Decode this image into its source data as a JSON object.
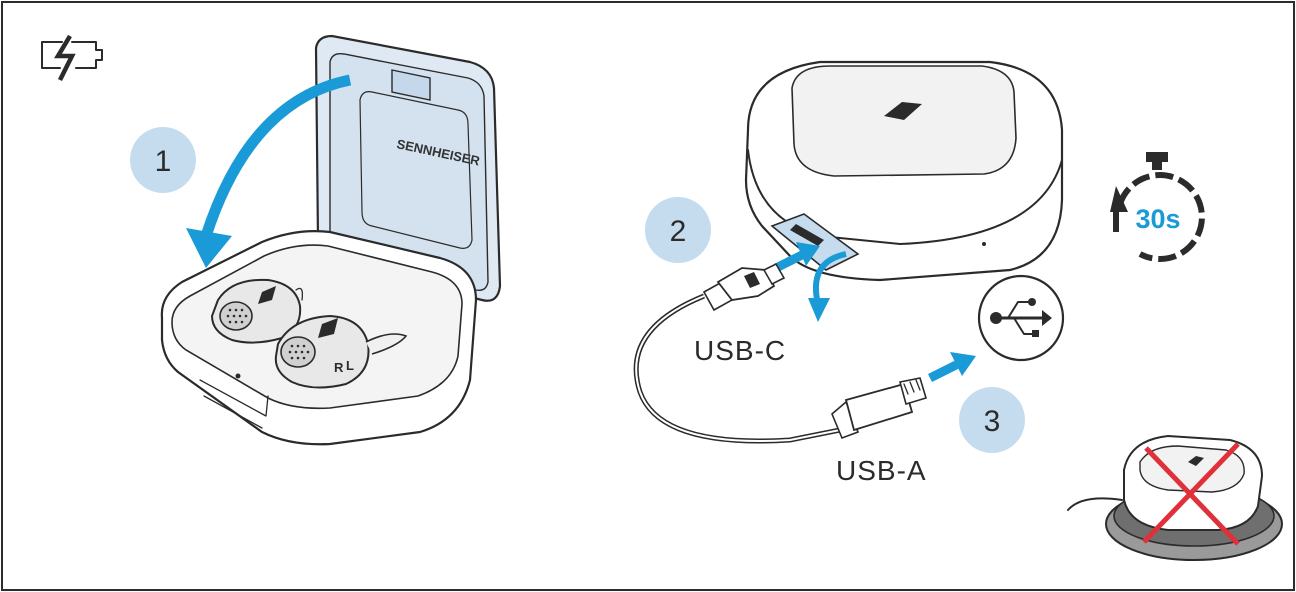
{
  "steps": [
    {
      "number": "1"
    },
    {
      "number": "2"
    },
    {
      "number": "3"
    }
  ],
  "connectors": {
    "usb_c": "USB-C",
    "usb_a": "USB-A"
  },
  "brand": "SENNHEISER",
  "earbud_marks": {
    "right": "R",
    "left": "L"
  },
  "timer": {
    "label": "30s"
  },
  "icons": {
    "battery": "battery-charging-icon",
    "usb": "usb-icon",
    "timer": "stopwatch-icon",
    "wireless_prohibited": "no-wireless-charging-icon"
  },
  "colors": {
    "accent_blue": "#1a9ad6",
    "badge_fill": "#c5dcef",
    "lid_fill": "#dfe9f4",
    "prohibited_red": "#e0303a",
    "line": "#2b2b2b"
  }
}
